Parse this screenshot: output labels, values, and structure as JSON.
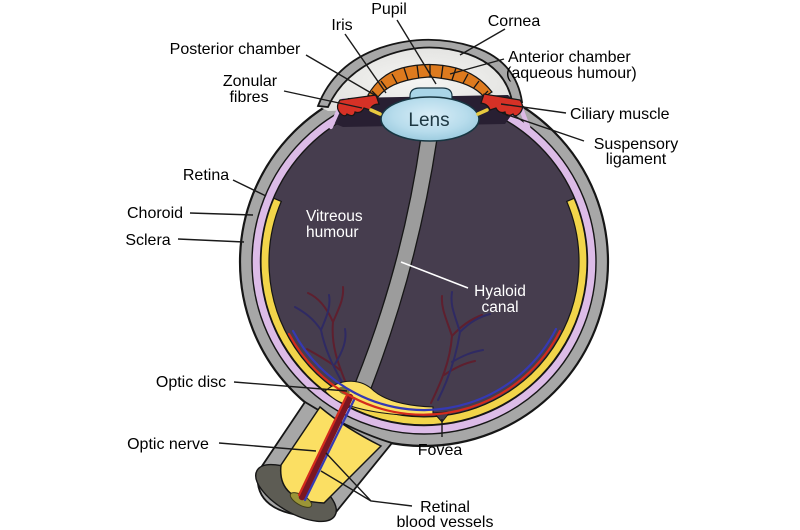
{
  "labels": {
    "pupil": "Pupil",
    "iris": "Iris",
    "cornea": "Cornea",
    "posterior_chamber": "Posterior chamber",
    "anterior_chamber_1": "Anterior chamber",
    "anterior_chamber_2": "(aqueous humour)",
    "zonular_1": "Zonular",
    "zonular_2": "fibres",
    "ciliary_muscle": "Ciliary muscle",
    "suspensory_1": "Suspensory",
    "suspensory_2": "ligament",
    "retina": "Retina",
    "choroid": "Choroid",
    "sclera": "Sclera",
    "vitreous_1": "Vitreous",
    "vitreous_2": "humour",
    "hyaloid_1": "Hyaloid",
    "hyaloid_2": "canal",
    "lens": "Lens",
    "optic_disc": "Optic disc",
    "optic_nerve": "Optic nerve",
    "fovea": "Fovea",
    "retinal_vessels_1": "Retinal",
    "retinal_vessels_2": "blood vessels"
  },
  "colors": {
    "background": "#ffffff",
    "outline": "#161616",
    "sclera": "#a7a7a7",
    "choroid": "#dcbbe7",
    "retina": "#f2d54a",
    "vitreous": "#463d4e",
    "posterior_chamber": "#281f32",
    "anterior_chamber": "#e9e9e7",
    "iris": "#dd7a1e",
    "pupil": "#a9d5e8",
    "lens_edge": "#8fc3d9",
    "lens_center": "#d9edf7",
    "ciliary": "#d63126",
    "zonule": "#e8c93f",
    "optic_nerve": "#fbdf63",
    "hyaloid_canal": "#9c9c9c",
    "nerve_cap": "#5d5c54",
    "nerve_core": "#9b9537",
    "vessel_red": "#d42a1c",
    "vessel_blue": "#3539b4",
    "vessel_red_dark": "#5e1f2e",
    "vessel_blue_dark": "#2f2a63",
    "label_text": "#000000"
  }
}
